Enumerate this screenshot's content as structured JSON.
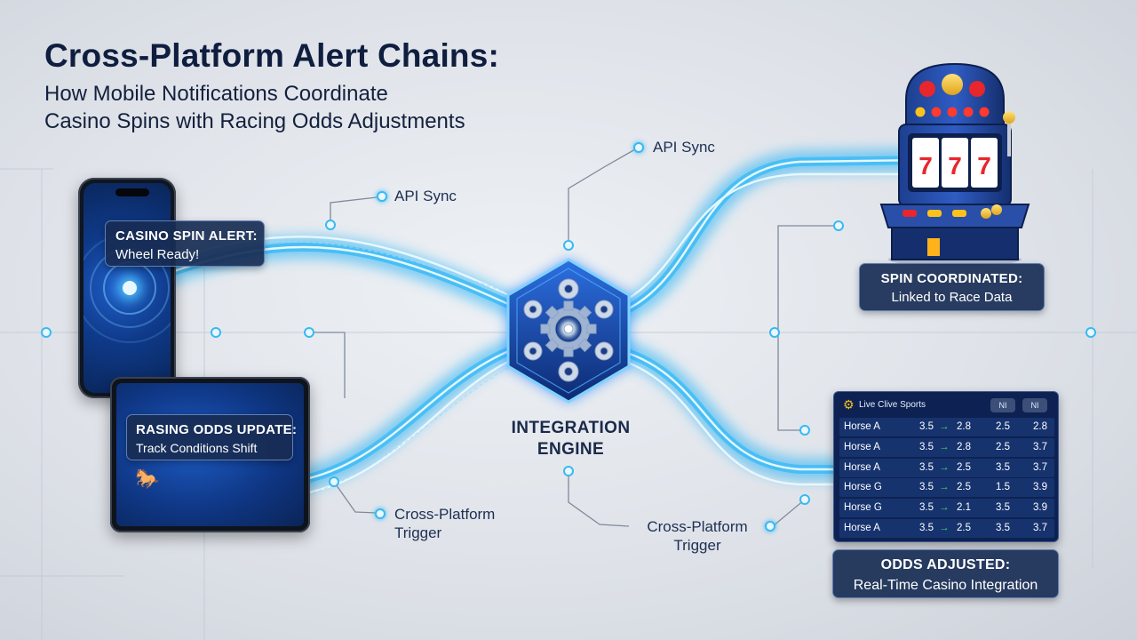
{
  "header": {
    "title": "Cross-Platform Alert Chains:",
    "subtitle_line1": "How Mobile Notifications Coordinate",
    "subtitle_line2": "Casino Spins with Racing Odds Adjustments"
  },
  "phone_card": {
    "heading": "CASINO SPIN ALERT:",
    "body": "Wheel Ready!"
  },
  "tablet_card": {
    "heading": "RASING ODDS UPDATE:",
    "body": "Track Conditions Shift"
  },
  "engine": {
    "line1": "INTEGRATION",
    "line2": "ENGINE"
  },
  "labels": {
    "api_sync_left": "API Sync",
    "api_sync_right": "API Sync",
    "trigger_left_line1": "Cross-Platform",
    "trigger_left_line2": "Trigger",
    "trigger_right_line1": "Cross-Platform",
    "trigger_right_line2": "Trigger"
  },
  "spin_card": {
    "heading": "SPIN COORDINATED:",
    "body": "Linked to Race Data"
  },
  "odds_card": {
    "heading": "ODDS ADJUSTED:",
    "body": "Real-Time Casino Integration"
  },
  "odds_table": {
    "title": "Live Clive Sports",
    "buttons": [
      "NI",
      "NI"
    ],
    "arrow": "→",
    "rows": [
      {
        "name": "Horse A",
        "old": "3.5",
        "new": "2.8",
        "a": "2.5",
        "b": "2.8"
      },
      {
        "name": "Horse A",
        "old": "3.5",
        "new": "2.8",
        "a": "2.5",
        "b": "3.7"
      },
      {
        "name": "Horse A",
        "old": "3.5",
        "new": "2.5",
        "a": "3.5",
        "b": "3.7"
      },
      {
        "name": "Horse G",
        "old": "3.5",
        "new": "2.5",
        "a": "1.5",
        "b": "3.9"
      },
      {
        "name": "Horse G",
        "old": "3.5",
        "new": "2.1",
        "a": "3.5",
        "b": "3.9"
      },
      {
        "name": "Horse A",
        "old": "3.5",
        "new": "2.5",
        "a": "3.5",
        "b": "3.7"
      }
    ]
  },
  "slot_machine": {
    "reels": [
      "7",
      "7",
      "7"
    ]
  },
  "icons": {
    "phone": "smartphone-icon",
    "tablet": "tablet-icon",
    "horse": "horse-icon",
    "slot": "slot-machine-icon",
    "engine": "gears-icon"
  },
  "colors": {
    "flow": "#35b6f4",
    "flow_core": "#e6f8ff",
    "card_bg": "#182c54",
    "accent_green": "#40e070",
    "title": "#0f1e3f"
  }
}
